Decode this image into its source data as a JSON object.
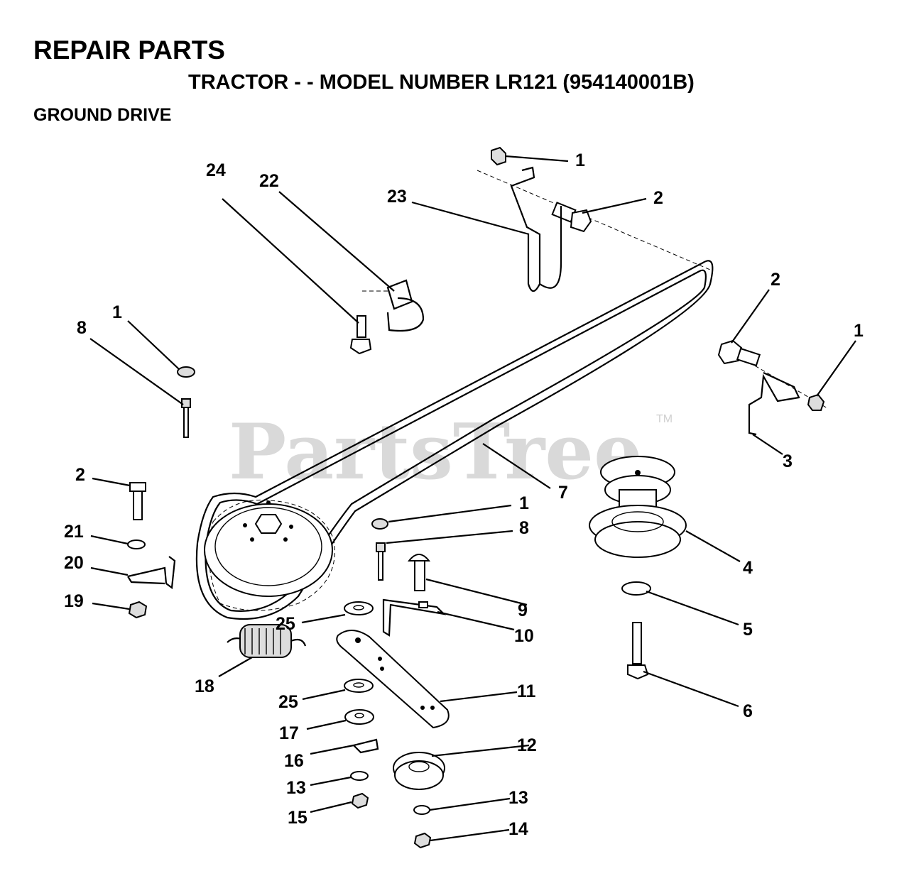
{
  "header": {
    "title": "REPAIR PARTS",
    "subtitle": "TRACTOR - - MODEL NUMBER LR121 (954140001B)",
    "section": "GROUND DRIVE"
  },
  "watermark": {
    "text": "PartsTree",
    "trademark": "TM"
  },
  "callouts": [
    {
      "id": "c1",
      "label": "1"
    },
    {
      "id": "c2",
      "label": "2"
    },
    {
      "id": "c3",
      "label": "23"
    },
    {
      "id": "c4",
      "label": "22"
    },
    {
      "id": "c5",
      "label": "24"
    },
    {
      "id": "c6",
      "label": "2"
    },
    {
      "id": "c7",
      "label": "1"
    },
    {
      "id": "c8",
      "label": "3"
    },
    {
      "id": "c9",
      "label": "1"
    },
    {
      "id": "c10",
      "label": "8"
    },
    {
      "id": "c11",
      "label": "7"
    },
    {
      "id": "c12",
      "label": "2"
    },
    {
      "id": "c13",
      "label": "21"
    },
    {
      "id": "c14",
      "label": "20"
    },
    {
      "id": "c15",
      "label": "19"
    },
    {
      "id": "c16",
      "label": "1"
    },
    {
      "id": "c17",
      "label": "8"
    },
    {
      "id": "c18",
      "label": "4"
    },
    {
      "id": "c19",
      "label": "9"
    },
    {
      "id": "c20",
      "label": "10"
    },
    {
      "id": "c21",
      "label": "25"
    },
    {
      "id": "c22",
      "label": "5"
    },
    {
      "id": "c23",
      "label": "18"
    },
    {
      "id": "c24",
      "label": "6"
    },
    {
      "id": "c25",
      "label": "11"
    },
    {
      "id": "c26",
      "label": "25"
    },
    {
      "id": "c27",
      "label": "17"
    },
    {
      "id": "c28",
      "label": "12"
    },
    {
      "id": "c29",
      "label": "16"
    },
    {
      "id": "c30",
      "label": "13"
    },
    {
      "id": "c31",
      "label": "13"
    },
    {
      "id": "c32",
      "label": "15"
    },
    {
      "id": "c33",
      "label": "14"
    }
  ]
}
